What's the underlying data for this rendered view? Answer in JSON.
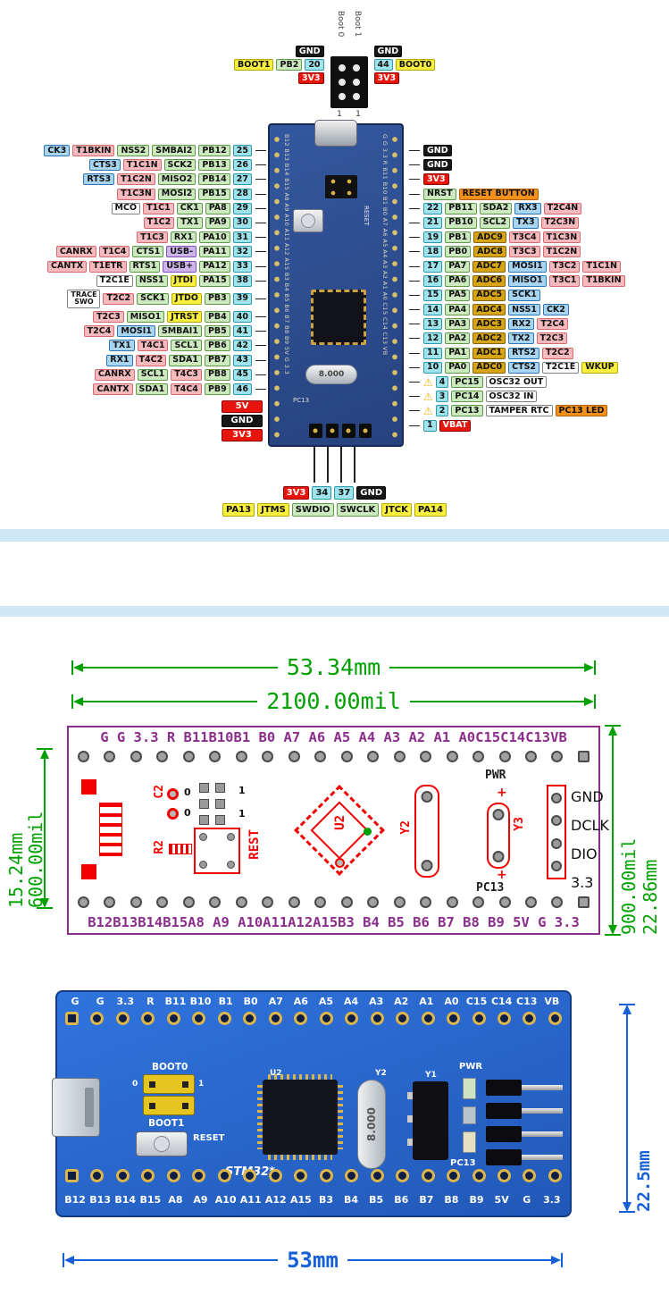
{
  "pinout": {
    "boot": {
      "vertical_left": "Boot 0",
      "vertical_right": "Boot 1",
      "left_gnd": "GND",
      "left_3v3": "3V3",
      "right_gnd": "GND",
      "right_3v3": "3V3",
      "left_row": [
        {
          "t": "BOOT1",
          "c": "yellow"
        },
        {
          "t": "PB2",
          "c": "green"
        },
        {
          "t": "20",
          "c": "cyan"
        }
      ],
      "right_row": [
        {
          "t": "44",
          "c": "cyan"
        },
        {
          "t": "BOOT0",
          "c": "yellow"
        }
      ],
      "ones": [
        "1",
        "1"
      ]
    },
    "left_rows": [
      [
        {
          "t": "CK3",
          "c": "blue"
        },
        {
          "t": "T1BKIN",
          "c": "pink"
        },
        {
          "t": "NSS2",
          "c": "green"
        },
        {
          "t": "SMBAI2",
          "c": "green"
        },
        {
          "t": "PB12",
          "c": "green"
        },
        {
          "t": "25",
          "c": "cyan"
        }
      ],
      [
        {
          "t": "CTS3",
          "c": "blue"
        },
        {
          "t": "T1C1N",
          "c": "pink"
        },
        {
          "t": "SCK2",
          "c": "green"
        },
        {
          "t": "PB13",
          "c": "green"
        },
        {
          "t": "26",
          "c": "cyan"
        }
      ],
      [
        {
          "t": "RTS3",
          "c": "blue"
        },
        {
          "t": "T1C2N",
          "c": "pink"
        },
        {
          "t": "MISO2",
          "c": "green"
        },
        {
          "t": "PB14",
          "c": "green"
        },
        {
          "t": "27",
          "c": "cyan"
        }
      ],
      [
        {
          "t": "T1C3N",
          "c": "pink"
        },
        {
          "t": "MOSI2",
          "c": "green"
        },
        {
          "t": "PB15",
          "c": "green"
        },
        {
          "t": "28",
          "c": "cyan"
        }
      ],
      [
        {
          "t": "MCO",
          "c": "white"
        },
        {
          "t": "T1C1",
          "c": "pink"
        },
        {
          "t": "CK1",
          "c": "green"
        },
        {
          "t": "PA8",
          "c": "green"
        },
        {
          "t": "29",
          "c": "cyan"
        }
      ],
      [
        {
          "t": "T1C2",
          "c": "pink"
        },
        {
          "t": "TX1",
          "c": "green"
        },
        {
          "t": "PA9",
          "c": "green"
        },
        {
          "t": "30",
          "c": "cyan"
        }
      ],
      [
        {
          "t": "T1C3",
          "c": "pink"
        },
        {
          "t": "RX1",
          "c": "green"
        },
        {
          "t": "PA10",
          "c": "green"
        },
        {
          "t": "31",
          "c": "cyan"
        }
      ],
      [
        {
          "t": "CANRX",
          "c": "pink"
        },
        {
          "t": "T1C4",
          "c": "pink"
        },
        {
          "t": "CTS1",
          "c": "green"
        },
        {
          "t": "USB-",
          "c": "purple"
        },
        {
          "t": "PA11",
          "c": "green"
        },
        {
          "t": "32",
          "c": "cyan"
        }
      ],
      [
        {
          "t": "CANTX",
          "c": "pink"
        },
        {
          "t": "T1ETR",
          "c": "pink"
        },
        {
          "t": "RTS1",
          "c": "green"
        },
        {
          "t": "USB+",
          "c": "purple"
        },
        {
          "t": "PA12",
          "c": "green"
        },
        {
          "t": "33",
          "c": "cyan"
        }
      ],
      [
        {
          "t": "T2C1E",
          "c": "white"
        },
        {
          "t": "NSS1",
          "c": "green"
        },
        {
          "t": "JTDI",
          "c": "yellow"
        },
        {
          "t": "PA15",
          "c": "green"
        },
        {
          "t": "38",
          "c": "cyan"
        }
      ],
      [
        {
          "t": "TRACE SWO",
          "c": "white w2"
        },
        {
          "t": "T2C2",
          "c": "pink"
        },
        {
          "t": "SCK1",
          "c": "green"
        },
        {
          "t": "JTDO",
          "c": "yellow"
        },
        {
          "t": "PB3",
          "c": "green"
        },
        {
          "t": "39",
          "c": "cyan"
        }
      ],
      [
        {
          "t": "T2C3",
          "c": "pink"
        },
        {
          "t": "MISO1",
          "c": "green"
        },
        {
          "t": "JTRST",
          "c": "yellow"
        },
        {
          "t": "PB4",
          "c": "green"
        },
        {
          "t": "40",
          "c": "cyan"
        }
      ],
      [
        {
          "t": "T2C4",
          "c": "pink"
        },
        {
          "t": "MOSI1",
          "c": "blue"
        },
        {
          "t": "SMBAI1",
          "c": "green"
        },
        {
          "t": "PB5",
          "c": "green"
        },
        {
          "t": "41",
          "c": "cyan"
        }
      ],
      [
        {
          "t": "TX1",
          "c": "blue"
        },
        {
          "t": "T4C1",
          "c": "pink"
        },
        {
          "t": "SCL1",
          "c": "green"
        },
        {
          "t": "PB6",
          "c": "green"
        },
        {
          "t": "42",
          "c": "cyan"
        }
      ],
      [
        {
          "t": "RX1",
          "c": "blue"
        },
        {
          "t": "T4C2",
          "c": "pink"
        },
        {
          "t": "SDA1",
          "c": "green"
        },
        {
          "t": "PB7",
          "c": "green"
        },
        {
          "t": "43",
          "c": "cyan"
        }
      ],
      [
        {
          "t": "CANRX",
          "c": "pink"
        },
        {
          "t": "SCL1",
          "c": "green"
        },
        {
          "t": "T4C3",
          "c": "pink"
        },
        {
          "t": "PB8",
          "c": "green"
        },
        {
          "t": "45",
          "c": "cyan"
        }
      ],
      [
        {
          "t": "CANTX",
          "c": "pink"
        },
        {
          "t": "SDA1",
          "c": "green"
        },
        {
          "t": "T4C4",
          "c": "pink"
        },
        {
          "t": "PB9",
          "c": "green"
        },
        {
          "t": "46",
          "c": "cyan"
        }
      ]
    ],
    "left_power_rows": [
      [
        {
          "t": "5V",
          "c": "red"
        }
      ],
      [
        {
          "t": "GND",
          "c": "black"
        }
      ],
      [
        {
          "t": "3V3",
          "c": "red"
        }
      ]
    ],
    "right_rows": [
      [
        {
          "t": "GND",
          "c": "black"
        }
      ],
      [
        {
          "t": "GND",
          "c": "black"
        }
      ],
      [
        {
          "t": "3V3",
          "c": "red"
        }
      ],
      [
        {
          "t": "NRST",
          "c": "green"
        },
        {
          "t": "RESET BUTTON",
          "c": "orange"
        }
      ],
      [
        {
          "t": "22",
          "c": "cyan"
        },
        {
          "t": "PB11",
          "c": "green"
        },
        {
          "t": "SDA2",
          "c": "green"
        },
        {
          "t": "RX3",
          "c": "blue"
        },
        {
          "t": "T2C4N",
          "c": "pink"
        }
      ],
      [
        {
          "t": "21",
          "c": "cyan"
        },
        {
          "t": "PB10",
          "c": "green"
        },
        {
          "t": "SCL2",
          "c": "green"
        },
        {
          "t": "TX3",
          "c": "blue"
        },
        {
          "t": "T2C3N",
          "c": "pink"
        }
      ],
      [
        {
          "t": "19",
          "c": "cyan"
        },
        {
          "t": "PB1",
          "c": "green"
        },
        {
          "t": "ADC9",
          "c": "adc"
        },
        {
          "t": "T3C4",
          "c": "pink"
        },
        {
          "t": "T1C3N",
          "c": "pink"
        }
      ],
      [
        {
          "t": "18",
          "c": "cyan"
        },
        {
          "t": "PB0",
          "c": "green"
        },
        {
          "t": "ADC8",
          "c": "adc"
        },
        {
          "t": "T3C3",
          "c": "pink"
        },
        {
          "t": "T1C2N",
          "c": "pink"
        }
      ],
      [
        {
          "t": "17",
          "c": "cyan"
        },
        {
          "t": "PA7",
          "c": "green"
        },
        {
          "t": "ADC7",
          "c": "adc"
        },
        {
          "t": "MOSI1",
          "c": "blue"
        },
        {
          "t": "T3C2",
          "c": "pink"
        },
        {
          "t": "T1C1N",
          "c": "pink"
        }
      ],
      [
        {
          "t": "16",
          "c": "cyan"
        },
        {
          "t": "PA6",
          "c": "green"
        },
        {
          "t": "ADC6",
          "c": "adc"
        },
        {
          "t": "MISO1",
          "c": "blue"
        },
        {
          "t": "T3C1",
          "c": "pink"
        },
        {
          "t": "T1BKIN",
          "c": "pink"
        }
      ],
      [
        {
          "t": "15",
          "c": "cyan"
        },
        {
          "t": "PA5",
          "c": "green"
        },
        {
          "t": "ADC5",
          "c": "adc"
        },
        {
          "t": "SCK1",
          "c": "blue"
        }
      ],
      [
        {
          "t": "14",
          "c": "cyan"
        },
        {
          "t": "PA4",
          "c": "green"
        },
        {
          "t": "ADC4",
          "c": "adc"
        },
        {
          "t": "NSS1",
          "c": "blue"
        },
        {
          "t": "CK2",
          "c": "blue"
        }
      ],
      [
        {
          "t": "13",
          "c": "cyan"
        },
        {
          "t": "PA3",
          "c": "green"
        },
        {
          "t": "ADC3",
          "c": "adc"
        },
        {
          "t": "RX2",
          "c": "blue"
        },
        {
          "t": "T2C4",
          "c": "pink"
        }
      ],
      [
        {
          "t": "12",
          "c": "cyan"
        },
        {
          "t": "PA2",
          "c": "green"
        },
        {
          "t": "ADC2",
          "c": "adc"
        },
        {
          "t": "TX2",
          "c": "blue"
        },
        {
          "t": "T2C3",
          "c": "pink"
        }
      ],
      [
        {
          "t": "11",
          "c": "cyan"
        },
        {
          "t": "PA1",
          "c": "green"
        },
        {
          "t": "ADC1",
          "c": "adc"
        },
        {
          "t": "RTS2",
          "c": "blue"
        },
        {
          "t": "T2C2",
          "c": "pink"
        }
      ],
      [
        {
          "t": "10",
          "c": "cyan"
        },
        {
          "t": "PA0",
          "c": "green"
        },
        {
          "t": "ADC0",
          "c": "adc"
        },
        {
          "t": "CTS2",
          "c": "blue"
        },
        {
          "t": "T2C1E",
          "c": "white"
        },
        {
          "t": "WKUP",
          "c": "yellow"
        }
      ],
      [
        {
          "t": "⚠",
          "c": "warn"
        },
        {
          "t": "4",
          "c": "cyan"
        },
        {
          "t": "PC15",
          "c": "green"
        },
        {
          "t": "OSC32 OUT",
          "c": "white"
        }
      ],
      [
        {
          "t": "⚠",
          "c": "warn"
        },
        {
          "t": "3",
          "c": "cyan"
        },
        {
          "t": "PC14",
          "c": "green"
        },
        {
          "t": "OSC32 IN",
          "c": "white"
        }
      ],
      [
        {
          "t": "⚠",
          "c": "warn"
        },
        {
          "t": "2",
          "c": "cyan"
        },
        {
          "t": "PC13",
          "c": "green"
        },
        {
          "t": "TAMPER RTC",
          "c": "white"
        },
        {
          "t": "PC13 LED",
          "c": "orange"
        }
      ],
      [
        {
          "t": "1",
          "c": "cyan"
        },
        {
          "t": "VBAT",
          "c": "red"
        }
      ]
    ],
    "bottom_row1": [
      {
        "t": "3V3",
        "c": "red"
      },
      {
        "t": "34",
        "c": "cyan"
      },
      {
        "t": "37",
        "c": "cyan"
      },
      {
        "t": "GND",
        "c": "black"
      }
    ],
    "bottom_row2": [
      {
        "t": "PA13",
        "c": "yellow"
      },
      {
        "t": "JTMS",
        "c": "yellow"
      },
      {
        "t": "SWDIO",
        "c": "green"
      },
      {
        "t": "SWCLK",
        "c": "green"
      },
      {
        "t": "JTCK",
        "c": "yellow"
      },
      {
        "t": "PA14",
        "c": "yellow"
      }
    ],
    "board": {
      "reset": "RESET",
      "crystal": "8.000",
      "pc13": "PC13",
      "edge_left": "B12 B13 B14 B15 A8 A9 A10 A11 A12 A15 B3 B4 B5 B6 B7 B8 B9 5V G 3.3",
      "edge_right": "G G 3.3 R B11 B10 B1 B0 A7 A6 A5 A4 A3 A2 A1 A0 C15 C14 C13 VB"
    }
  },
  "dimension_drawing": {
    "width_mm": "53.34mm",
    "width_mil": "2100.00mil",
    "pitch_mm": "15.24mm",
    "pitch_mil": "600.00mil",
    "height_mil": "900.00mil",
    "height_mm": "22.86mm",
    "top_row_text": "G  G 3.3 R B11B10B1 B0 A7 A6 A5 A4 A3 A2 A1 A0C15C14C13VB",
    "bottom_row_text": "B12B13B14B15A8 A9 A10A11A12A15B3 B4 B5 B6 B7 B8 B9 5V G 3.3",
    "hole_count": 20,
    "silk": {
      "c2": "C2",
      "r2": "R2",
      "rest": "REST",
      "u2": "U2",
      "y2": "Y2",
      "y3": "Y3",
      "pwr": "PWR",
      "pc13": "PC13",
      "plus": "+",
      "zeros": [
        "0",
        "0"
      ],
      "ones": [
        "1",
        "1"
      ],
      "header_labels": [
        "GND",
        "DCLK",
        "DIO",
        "3.3"
      ]
    }
  },
  "board_render": {
    "top_labels": [
      "G",
      "G",
      "3.3",
      "R",
      "B11",
      "B10",
      "B1",
      "B0",
      "A7",
      "A6",
      "A5",
      "A4",
      "A3",
      "A2",
      "A1",
      "A0",
      "C15",
      "C14",
      "C13",
      "VB"
    ],
    "bottom_labels": [
      "B12",
      "B13",
      "B14",
      "B15",
      "A8",
      "A9",
      "A10",
      "A11",
      "A12",
      "A15",
      "B3",
      "B4",
      "B5",
      "B6",
      "B7",
      "B8",
      "B9",
      "5V",
      "G",
      "3.3"
    ],
    "hole_count": 20,
    "silk": {
      "boot0": "BOOT0",
      "boot1": "BOOT1",
      "reset": "RESET",
      "stm32": "STM32*",
      "u2": "U2",
      "y2": "Y2",
      "y1": "Y1",
      "pwr": "PWR",
      "pc13": "PC13",
      "crystal": "8.000",
      "zero": "0",
      "one": "1"
    },
    "dim_height": "22.5mm",
    "dim_width": "53mm"
  }
}
